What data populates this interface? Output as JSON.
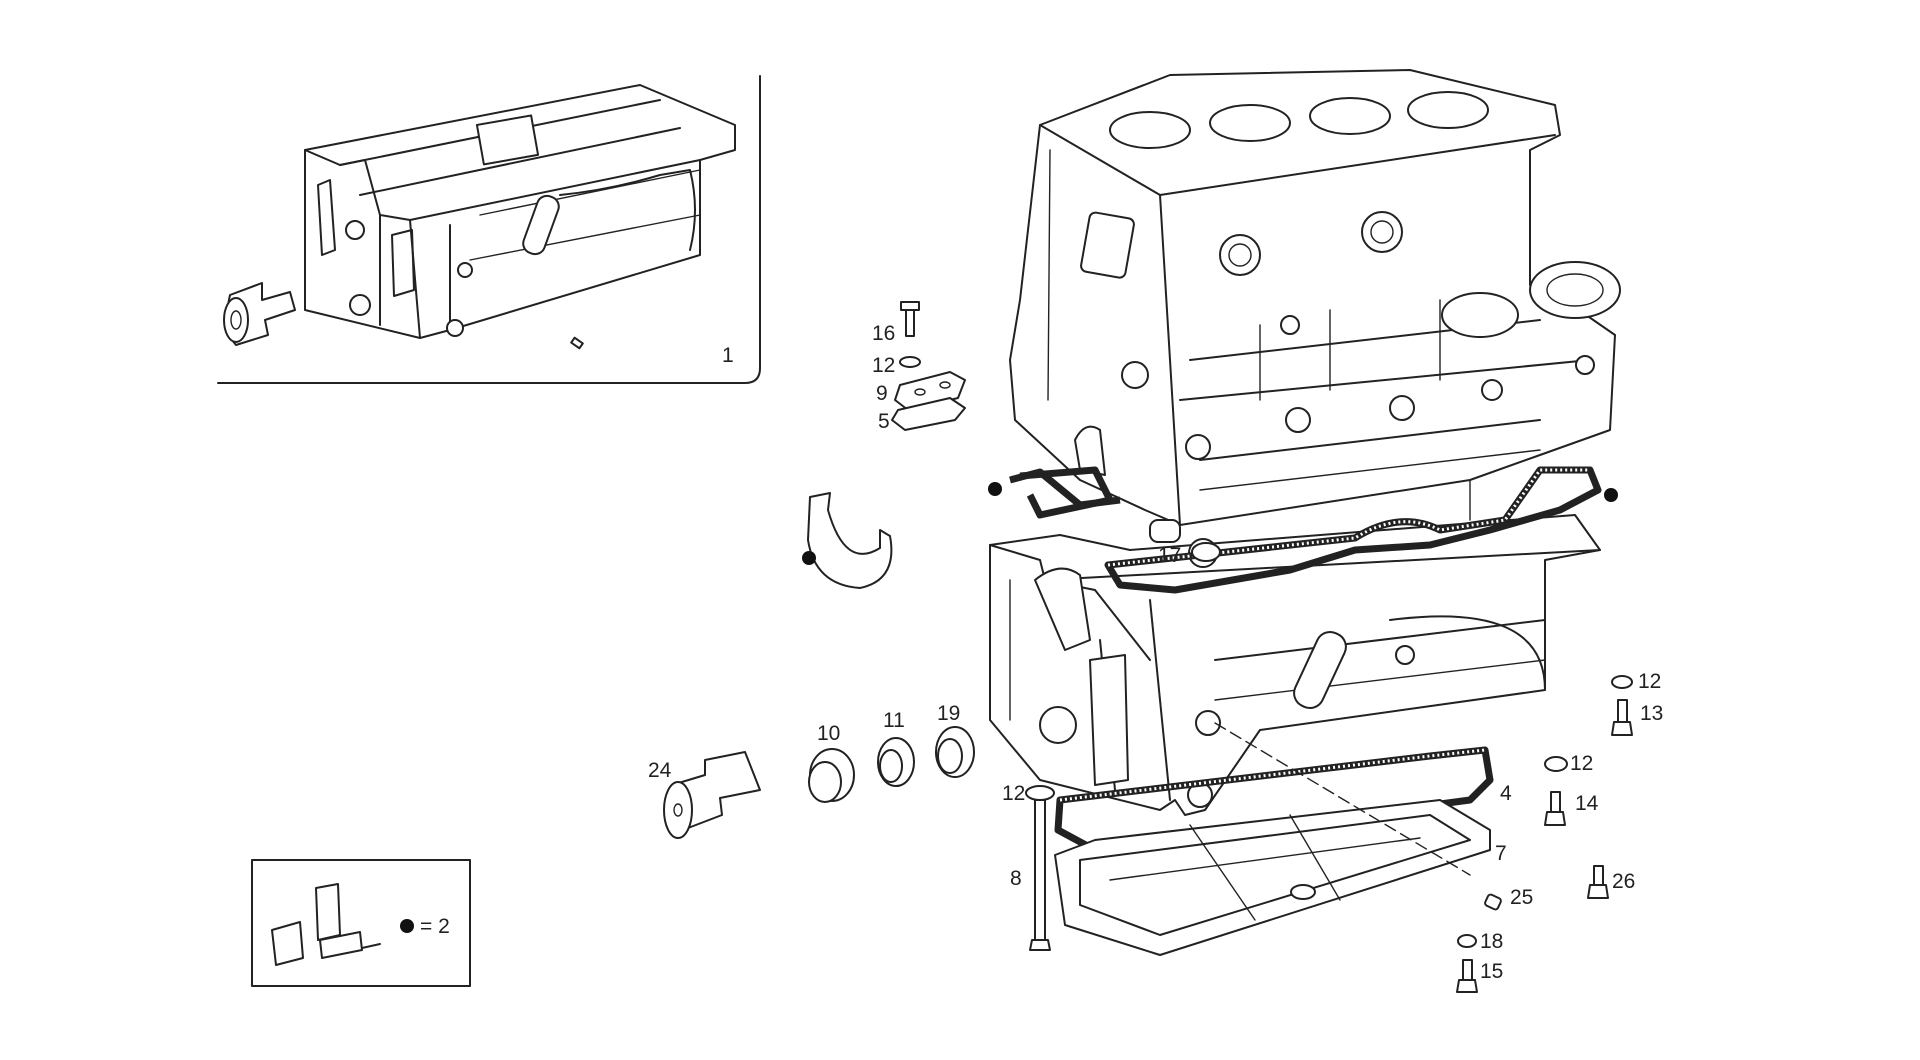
{
  "callouts": {
    "c1": "1",
    "c4": "4",
    "c5": "5",
    "c7": "7",
    "c8": "8",
    "c9": "9",
    "c10": "10",
    "c11": "11",
    "c12a": "12",
    "c12b": "12",
    "c12c": "12",
    "c12d": "12",
    "c13": "13",
    "c14": "14",
    "c15": "15",
    "c16": "16",
    "c17": "17",
    "c18": "18",
    "c19": "19",
    "c24": "24",
    "c25": "25",
    "c26": "26"
  },
  "legend": {
    "text": "= 2"
  }
}
